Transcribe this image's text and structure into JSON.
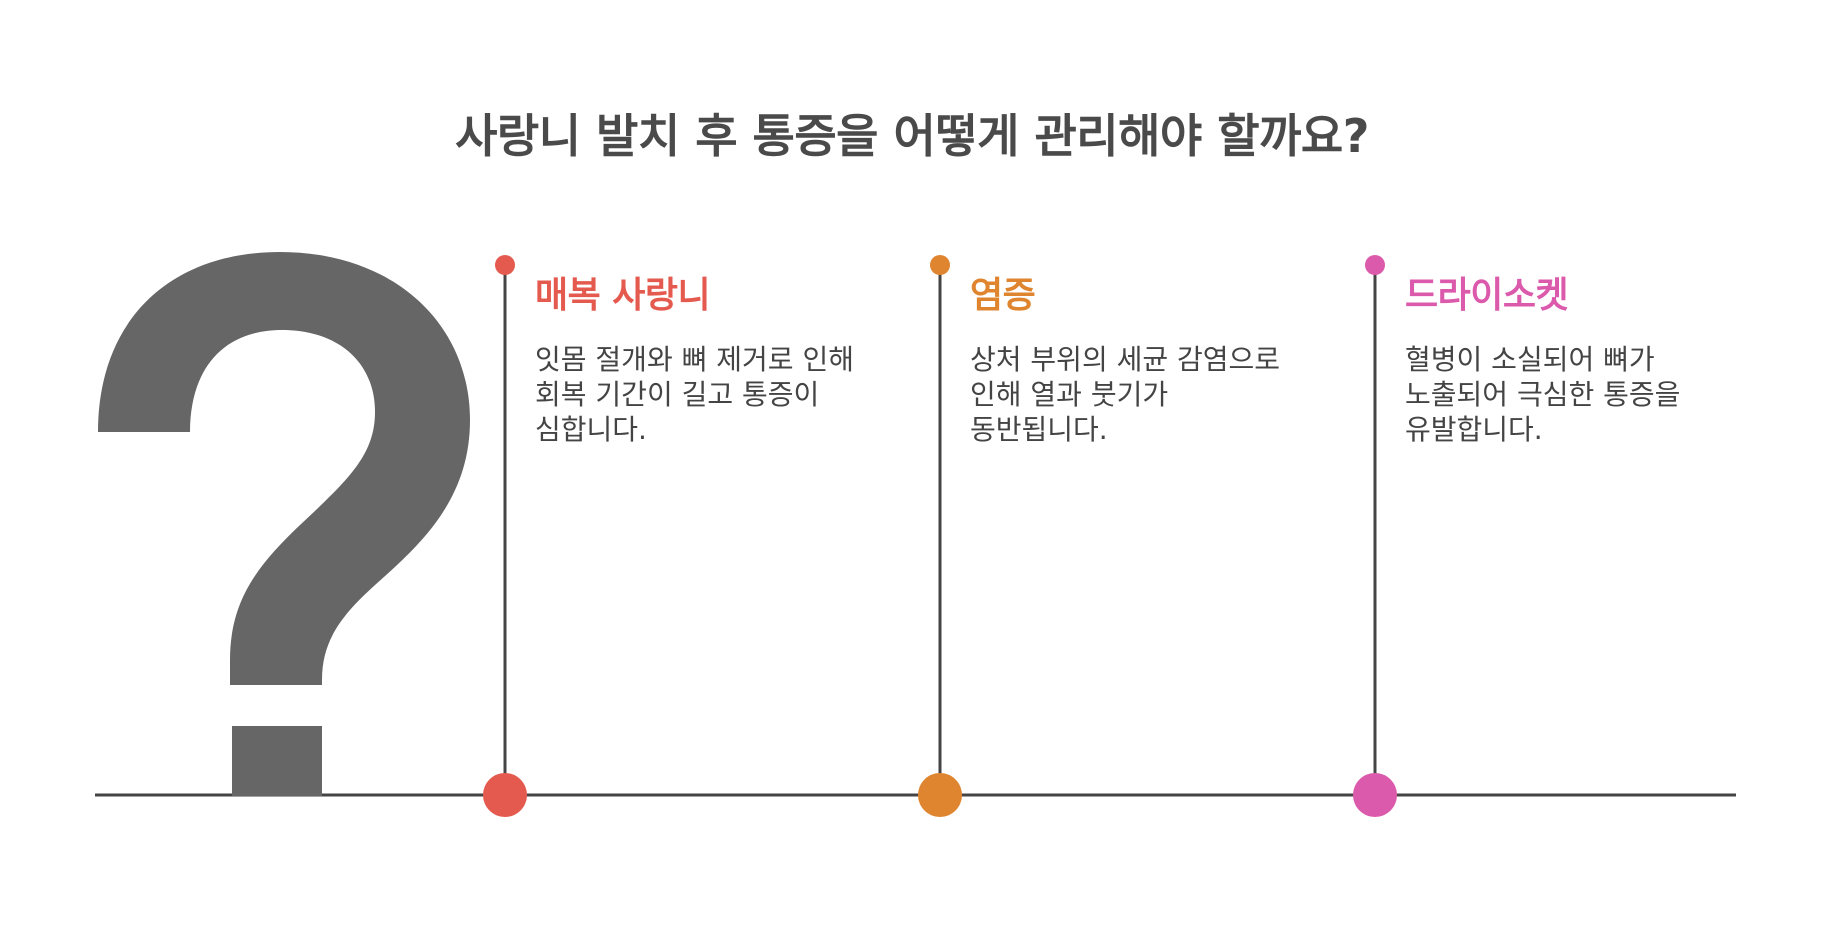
{
  "title": "사랑니 발치 후 통증을 어떻게 관리해야 할까요?",
  "colors": {
    "line": "#444444",
    "question_mark": "#666666",
    "title": "#4a4a4a"
  },
  "question_icon": "question-mark-icon",
  "items": [
    {
      "title": "매복 사랑니",
      "text": "잇몸 절개와 뼈 제거로 인해 회복 기간이 길고 통증이 심합니다.",
      "color": "#e55a4f"
    },
    {
      "title": "염증",
      "text": "상처 부위의 세균 감염으로 인해 열과 붓기가 동반됩니다.",
      "color": "#e0852f"
    },
    {
      "title": "드라이소켓",
      "text": "혈병이 소실되어 뼈가 노출되어 극심한 통증을 유발합니다.",
      "color": "#dc5aab"
    }
  ]
}
